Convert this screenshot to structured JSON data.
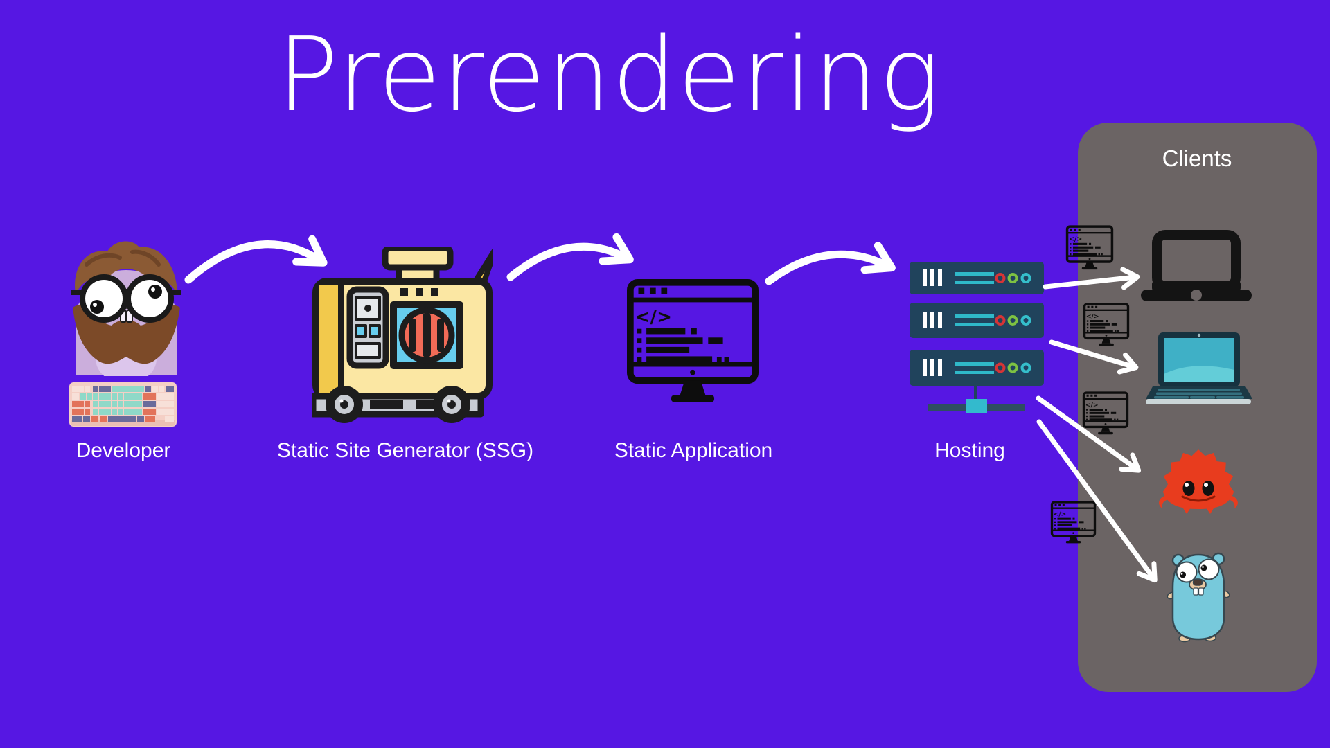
{
  "title": "Prerendering",
  "nodes": {
    "developer": {
      "label": "Developer",
      "icon": "developer-gopher-avatar-with-keyboard"
    },
    "ssg": {
      "label": "Static Site Generator (SSG)",
      "icon": "portable-generator"
    },
    "static_app": {
      "label": "Static Application",
      "icon": "code-browser-monitor"
    },
    "hosting": {
      "label": "Hosting",
      "icon": "server-stack-network"
    }
  },
  "clients_panel": {
    "title": "Clients",
    "items": [
      "laptop-black",
      "laptop-teal",
      "rust-crab-mascot",
      "go-gopher-mascot"
    ]
  },
  "flow_order": [
    "Developer",
    "Static Site Generator (SSG)",
    "Static Application",
    "Hosting",
    "Clients"
  ],
  "colors": {
    "background": "#5617E3",
    "clients_panel": "#6B6464",
    "text": "#FFFFFF",
    "arrows": "#FFFFFF",
    "server_body": "#20435C",
    "server_lines": "#2FB9C9",
    "led_red": "#D63436",
    "led_green": "#7DC242",
    "led_teal": "#35BECB",
    "generator_body": "#FBE7A3",
    "generator_accent": "#F2C94C",
    "generator_fan": "#F26B57",
    "fan_window_blue": "#67CDEE",
    "rust_crab_red": "#E83C1E",
    "go_gopher_blue": "#77C9DB",
    "dev_gopher_lavender": "#CBAEDC",
    "dev_hair_brown": "#8B5A34",
    "keyboard_base_pink": "#F4CFC5",
    "key_mint": "#8FD9C8",
    "key_orange": "#E2735A",
    "key_slate": "#6A6B9B"
  }
}
